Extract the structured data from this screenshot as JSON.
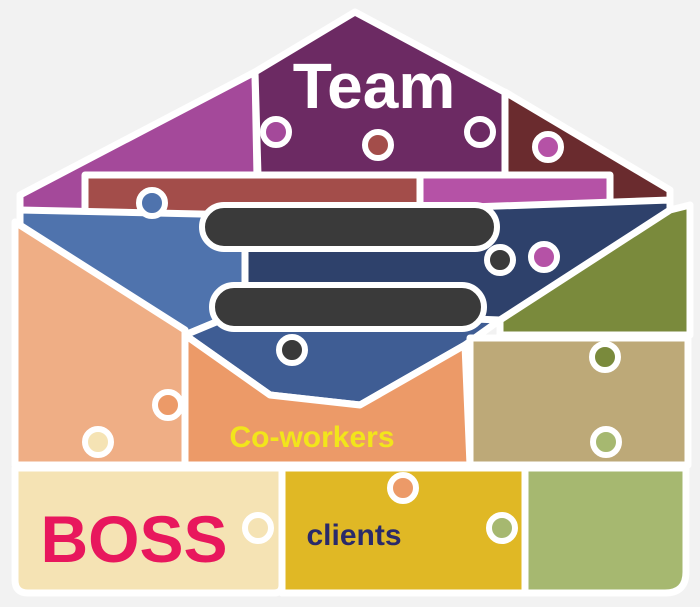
{
  "labels": {
    "team": "Team",
    "coworkers": "Co-workers",
    "boss": "BOSS",
    "clients": "clients"
  },
  "colors": {
    "background": "#f2f2f2",
    "team_plum": "#6c2a63",
    "magenta": "#a4499a",
    "maroon": "#6a2b2e",
    "brick": "#a34d4a",
    "orchid": "#b552a6",
    "steel_blue": "#4f73ad",
    "navy": "#2e416b",
    "slate_blue": "#3f5d94",
    "olive": "#7a8a3c",
    "peach": "#efae85",
    "coral": "#ec9a68",
    "khaki": "#bda978",
    "cream": "#f5e3b4",
    "mustard": "#e0b825",
    "sage": "#a6b870",
    "bars": "#3a3a3a",
    "boss_text": "#e8175d",
    "coworkers_text": "#f2e51b",
    "clients_text": "#2a2a6a",
    "team_text": "#ffffff"
  },
  "icons": {
    "message_bars": "chat-lines-icon"
  }
}
